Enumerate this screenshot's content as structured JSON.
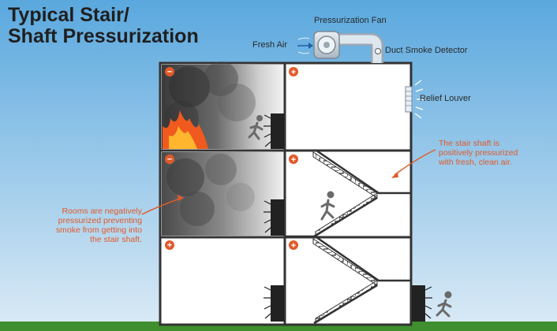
{
  "title": {
    "line1": "Typical Stair/",
    "line2": "Shaft Pressurization"
  },
  "labels": {
    "fan": "Pressurization Fan",
    "fresh_air": "Fresh Air",
    "detector": "Duct Smoke Detector",
    "relief": "Relief Louver"
  },
  "notes": {
    "shaft": [
      "The stair shaft is",
      "positively pressurized",
      "with fresh, clean air."
    ],
    "rooms": [
      "Rooms are negatively",
      "pressurized preventing",
      "smoke from getting into",
      "the stair shaft."
    ]
  },
  "pressure_signs": {
    "room_floor3": "−",
    "room_floor2": "−",
    "room_floor1": "+",
    "shaft_floor3": "+",
    "shaft_floor2": "+",
    "shaft_floor1": "+"
  },
  "colors": {
    "sky_top": "#5aa8de",
    "sky_bottom": "#dcebf6",
    "ground": "#3f8f2e",
    "accent_orange": "#e05a2a",
    "building_outline": "#333333",
    "fire": "#f05a1e"
  },
  "icons": [
    "fan-icon",
    "smoke-detector-icon",
    "relief-louver-icon",
    "fire-icon",
    "running-person-icon",
    "door-icon",
    "arrow-icon"
  ]
}
